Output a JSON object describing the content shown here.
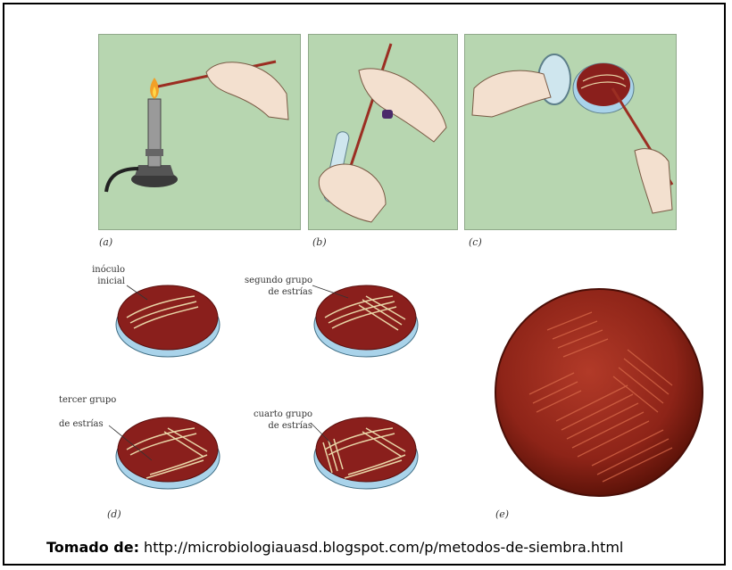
{
  "panels": {
    "a": {
      "label": "(a)"
    },
    "b": {
      "label": "(b)"
    },
    "c": {
      "label": "(c)"
    },
    "d": {
      "label": "(d)"
    },
    "e": {
      "label": "(e)"
    }
  },
  "annotations": {
    "inoculo_line1": "inóculo",
    "inoculo_line2": "inicial",
    "segundo_line1": "segundo grupo",
    "segundo_line2": "de estrías",
    "tercer_line1": "tercer grupo",
    "tercer_line2": "de estrías",
    "cuarto_line1": "cuarto grupo",
    "cuarto_line2": "de estrías"
  },
  "caption": {
    "prefix": "Tomado de:",
    "url": " http://microbiologiauasd.blogspot.com/p/metodos-de-siembra.html"
  },
  "colors": {
    "panel_green": "#b7d6b0",
    "agar_red": "#8a1f1c",
    "dish_blue": "#a9d3ea",
    "streak": "#e8d4a6"
  }
}
